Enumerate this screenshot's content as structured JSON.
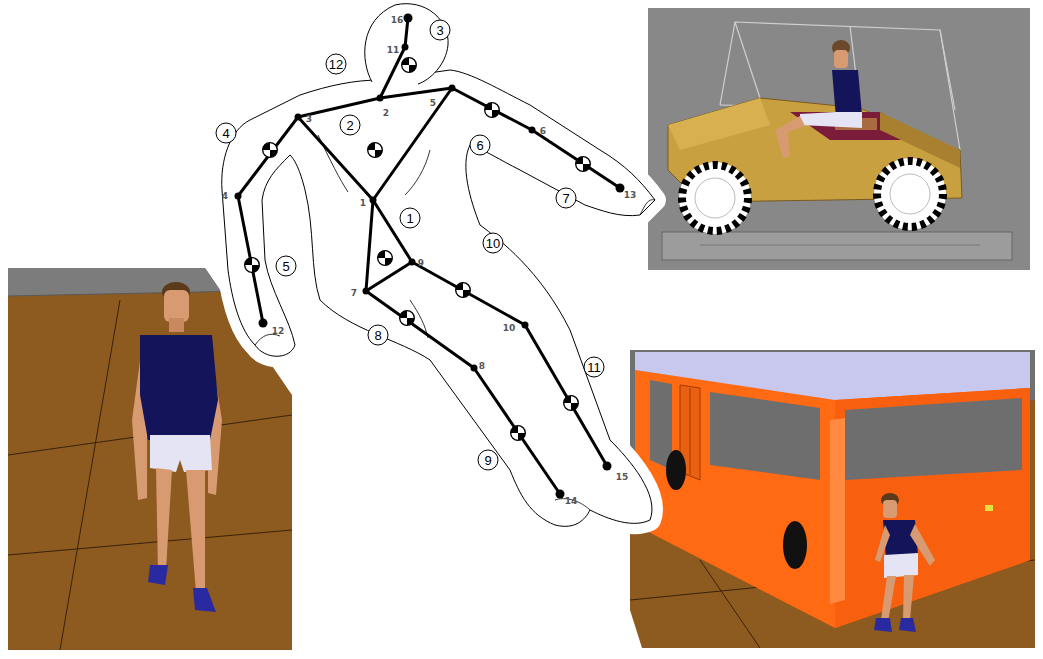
{
  "diagram": {
    "labels": [
      "3",
      "12",
      "2",
      "4",
      "6",
      "7",
      "1",
      "10",
      "5",
      "8",
      "11",
      "9",
      "16",
      "11",
      "2",
      "3",
      "5",
      "1",
      "4",
      "12",
      "6",
      "13",
      "9",
      "7",
      "10",
      "8",
      "14",
      "15"
    ]
  }
}
